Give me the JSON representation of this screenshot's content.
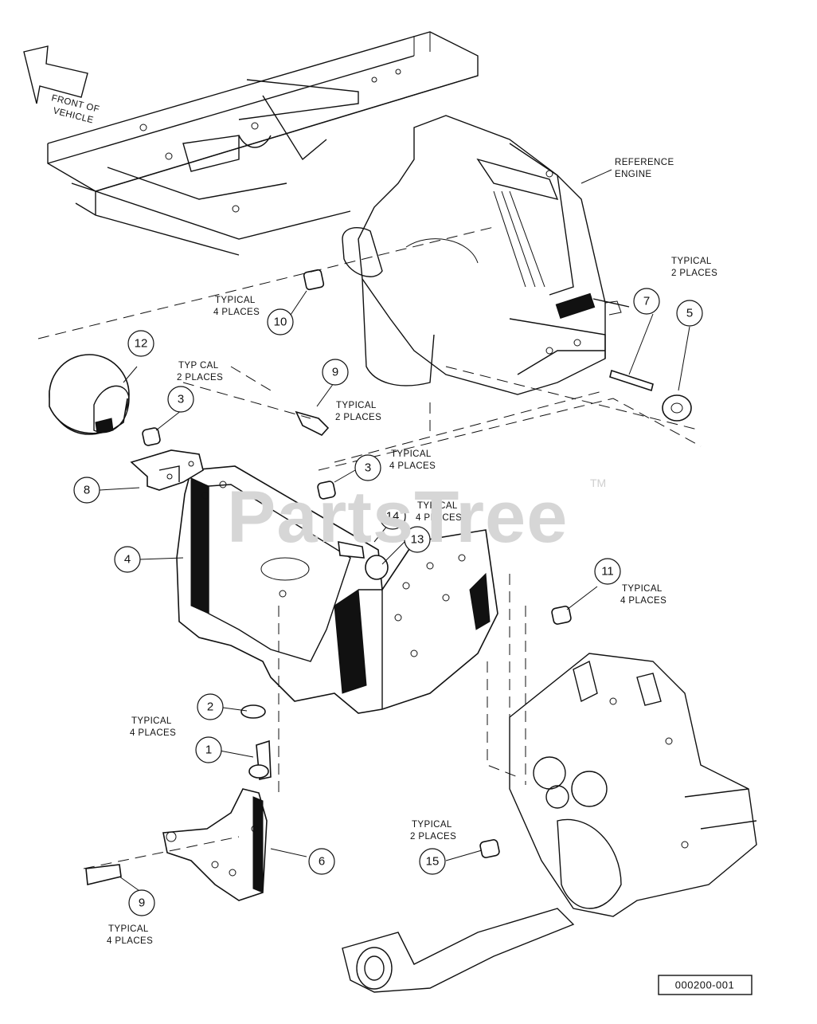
{
  "texts": {
    "front_of_vehicle_1": "FRONT OF",
    "front_of_vehicle_2": "VEHICLE",
    "reference_engine_1": "REFERENCE",
    "reference_engine_2": "ENGINE",
    "typical": "TYPICAL",
    "typ_cal": "TYP CAL",
    "two_places": "2 PLACES",
    "four_places": "4 PLACES",
    "watermark": "PartsTree",
    "trademark": "TM",
    "diagram_number": "000200-001"
  },
  "callouts": [
    "1",
    "2",
    "3",
    "3",
    "4",
    "5",
    "6",
    "7",
    "8",
    "9",
    "9",
    "10",
    "11",
    "12",
    "13",
    "14",
    "15"
  ],
  "colors": {
    "ink": "#111111",
    "watermark": "#d6d6d6"
  }
}
